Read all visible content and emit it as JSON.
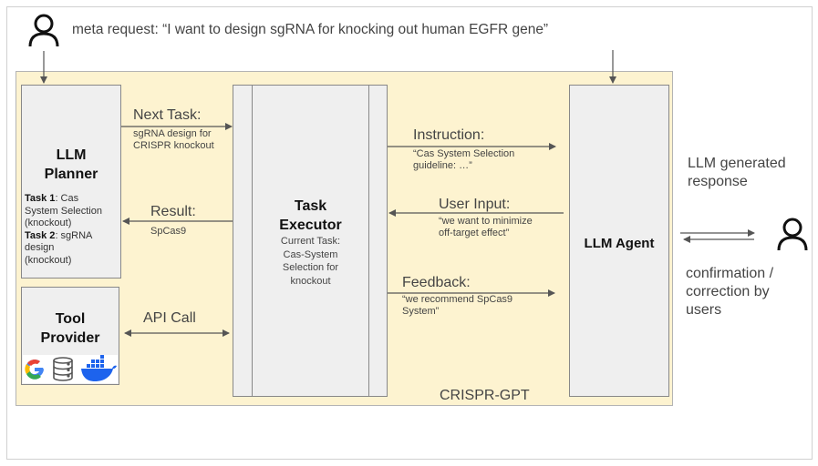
{
  "meta_request": "meta request: “I want to design sgRNA for knocking out human EGFR gene”",
  "planner": {
    "title_line1": "LLM",
    "title_line2": "Planner",
    "task1_label": "Task 1",
    "task1_text_a": ": Cas",
    "task1_text_b": "System Selection",
    "task1_text_c": "(knockout)",
    "task2_label": "Task 2",
    "task2_text_a": ": sgRNA",
    "task2_text_b": "design",
    "task2_text_c": "(knockout)"
  },
  "tool_provider": {
    "title_line1": "Tool",
    "title_line2": "Provider",
    "icons": [
      "google-icon",
      "database-icon",
      "docker-icon"
    ]
  },
  "executor": {
    "title_line1": "Task",
    "title_line2": "Executor",
    "sub_line1": "Current Task:",
    "sub_line2": "Cas-System",
    "sub_line3": "Selection for",
    "sub_line4": "knockout"
  },
  "agent": {
    "title": "LLM Agent"
  },
  "next_task": {
    "label": "Next Task:",
    "line1": "sgRNA design for",
    "line2": "CRISPR knockout"
  },
  "result": {
    "label": "Result:",
    "value": "SpCas9"
  },
  "api_call": {
    "label": "API Call"
  },
  "instruction": {
    "label": "Instruction:",
    "line1": "“Cas System Selection",
    "line2": "guideline: …”"
  },
  "user_input": {
    "label": "User Input:",
    "line1": "“we want to minimize",
    "line2": "off-target effect”"
  },
  "feedback": {
    "label": "Feedback:",
    "line1": "“we recommend SpCas9",
    "line2": "System”"
  },
  "crispr_gpt_label": "CRISPR-GPT",
  "llm_generated": {
    "line1": "LLM generated",
    "line2": "response"
  },
  "confirmation": {
    "line1": "confirmation /",
    "line2": "correction by",
    "line3": "users"
  },
  "colors": {
    "container_fill": "#fdf3d0",
    "box_fill": "#efefef",
    "google_blue": "#4285F4",
    "docker_blue": "#1D63ED"
  }
}
